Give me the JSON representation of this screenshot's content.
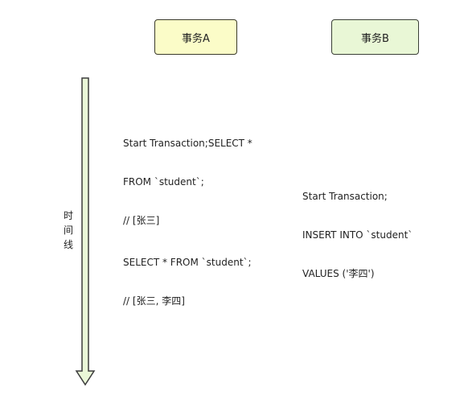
{
  "colors": {
    "transaction_a_fill": "#fbfcc8",
    "transaction_a_border": "#3a3a2a",
    "transaction_b_fill": "#e9f7d6",
    "transaction_b_border": "#3a3f35",
    "timeline_fill": "#eaf8d8",
    "timeline_border": "#3c3c3c"
  },
  "transaction_a": {
    "label": "事务A"
  },
  "transaction_b": {
    "label": "事务B"
  },
  "timeline": {
    "label_chars": [
      "时",
      "间",
      "线"
    ]
  },
  "notes": [
    {
      "lines": [
        "Start Transaction;SELECT *",
        "FROM `student`;",
        "// [张三]"
      ]
    },
    {
      "lines": [
        "Start Transaction;",
        "INSERT INTO `student`",
        "VALUES ('李四')"
      ]
    },
    {
      "lines": [
        "SELECT * FROM `student`;",
        "// [张三, 李四]"
      ]
    }
  ]
}
